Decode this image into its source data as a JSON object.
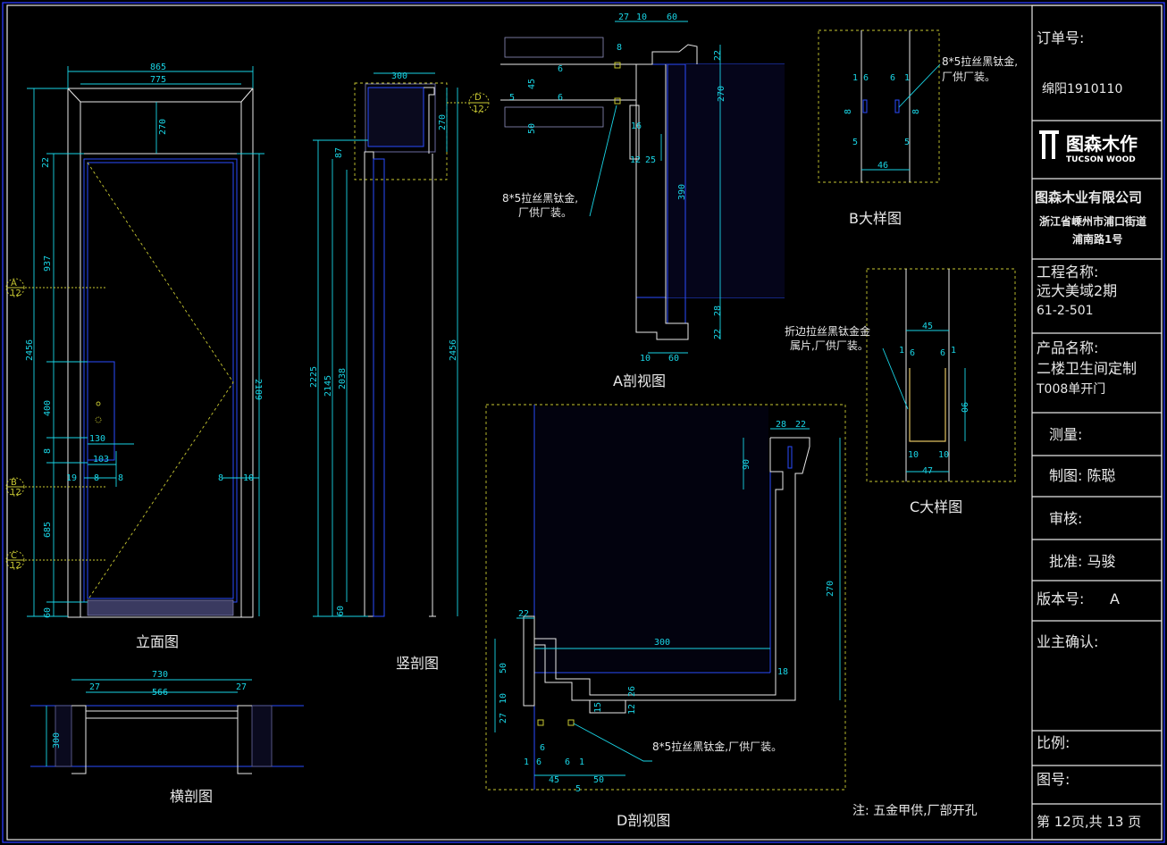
{
  "title_block": {
    "order_no_label": "订单号:",
    "order_no_value": "绵阳1910110",
    "logo_cn": "图森木作",
    "logo_en": "TUCSON WOOD",
    "company_name": "图森木业有限公司",
    "company_addr_1": "浙江省嵊州市浦口街道",
    "company_addr_2": "浦南路1号",
    "project_label": "工程名称:",
    "project_line1": "远大美域2期",
    "project_line2": "61-2-501",
    "product_label": "产品名称:",
    "product_line1": "二楼卫生间定制",
    "product_line2": "T008单开门",
    "measure_label": "测量:",
    "drafter_label": "制图: 陈聪",
    "review_label": "审核:",
    "approve_label": "批准: 马骏",
    "version_label": "版本号:",
    "version_value": "A",
    "owner_label": "业主确认:",
    "scale_label": "比例:",
    "drawing_no_label": "图号:",
    "page_label": "第 12页,共 13 页"
  },
  "views": {
    "elevation": "立面图",
    "vertical_section": "竖剖图",
    "horizontal_section": "横剖图",
    "section_a": "A剖视图",
    "section_d": "D剖视图",
    "detail_b": "B大样图",
    "detail_c": "C大样图"
  },
  "notes": {
    "hardware_a": "8*5拉丝黑钛金,",
    "hardware_a2": "厂供厂装。",
    "hardware_b": "8*5拉丝黑钛金,",
    "hardware_b2": "厂供厂装。",
    "hardware_c": "折边拉丝黑钛金金",
    "hardware_c2": "属片,厂供厂装。",
    "hardware_d": "8*5拉丝黑钛金,厂供厂装。",
    "footer": "注: 五金甲供,厂部开孔"
  },
  "section_marks": {
    "a": "A",
    "b": "B",
    "c": "C",
    "d": "D",
    "sheet": "12"
  },
  "dims": {
    "e_865": "865",
    "e_775": "775",
    "e_270": "270",
    "e_22": "22",
    "e_937": "937",
    "e_2456": "2456",
    "e_400": "400",
    "e_8a": "8",
    "e_130": "130",
    "e_103": "103",
    "e_19": "19",
    "e_8b": "8",
    "e_8c": "8",
    "e_8d": "8",
    "e_10": "10",
    "e_685": "685",
    "e_60": "60",
    "e_2189": "2189",
    "v_300": "300",
    "v_270": "270",
    "v_87": "87",
    "v_2225": "2225",
    "v_2145": "2145",
    "v_2038": "2038",
    "v_2456": "2456",
    "v_60": "60",
    "h_730": "730",
    "h_27a": "27",
    "h_566": "566",
    "h_27b": "27",
    "h_300": "300",
    "a_27": "27",
    "a_10": "10",
    "a_60": "60",
    "a_8": "8",
    "a_6": "6",
    "a_45": "45",
    "a_5": "5",
    "a_6b": "6",
    "a_50": "50",
    "a_22": "22",
    "a_270": "270",
    "a_16": "16",
    "a_12": "12",
    "a_25": "25",
    "a_390": "390",
    "a_28": "28",
    "a_22b": "22",
    "a_10b": "10",
    "a_60b": "60",
    "b_1": "1",
    "b_6": "6",
    "b_6b": "6",
    "b_1b": "1",
    "b_8": "8",
    "b_8b": "8",
    "b_5": "5",
    "b_5b": "5",
    "b_46": "46",
    "c_45": "45",
    "c_1": "1",
    "c_6": "6",
    "c_6b": "6",
    "c_1b": "1",
    "c_90": "90",
    "c_10": "10",
    "c_10b": "10",
    "c_47": "47",
    "d_28": "28",
    "d_22": "22",
    "d_90": "90",
    "d_270": "270",
    "d_22b": "22",
    "d_300": "300",
    "d_50": "50",
    "d_18": "18",
    "d_10": "10",
    "d_26": "26",
    "d_15": "15",
    "d_12": "12",
    "d_27": "27",
    "d_6": "6",
    "d_1": "1",
    "d_6b": "6",
    "d_6c": "6",
    "d_1b": "1",
    "d_45": "45",
    "d_5": "5",
    "d_50b": "50"
  }
}
